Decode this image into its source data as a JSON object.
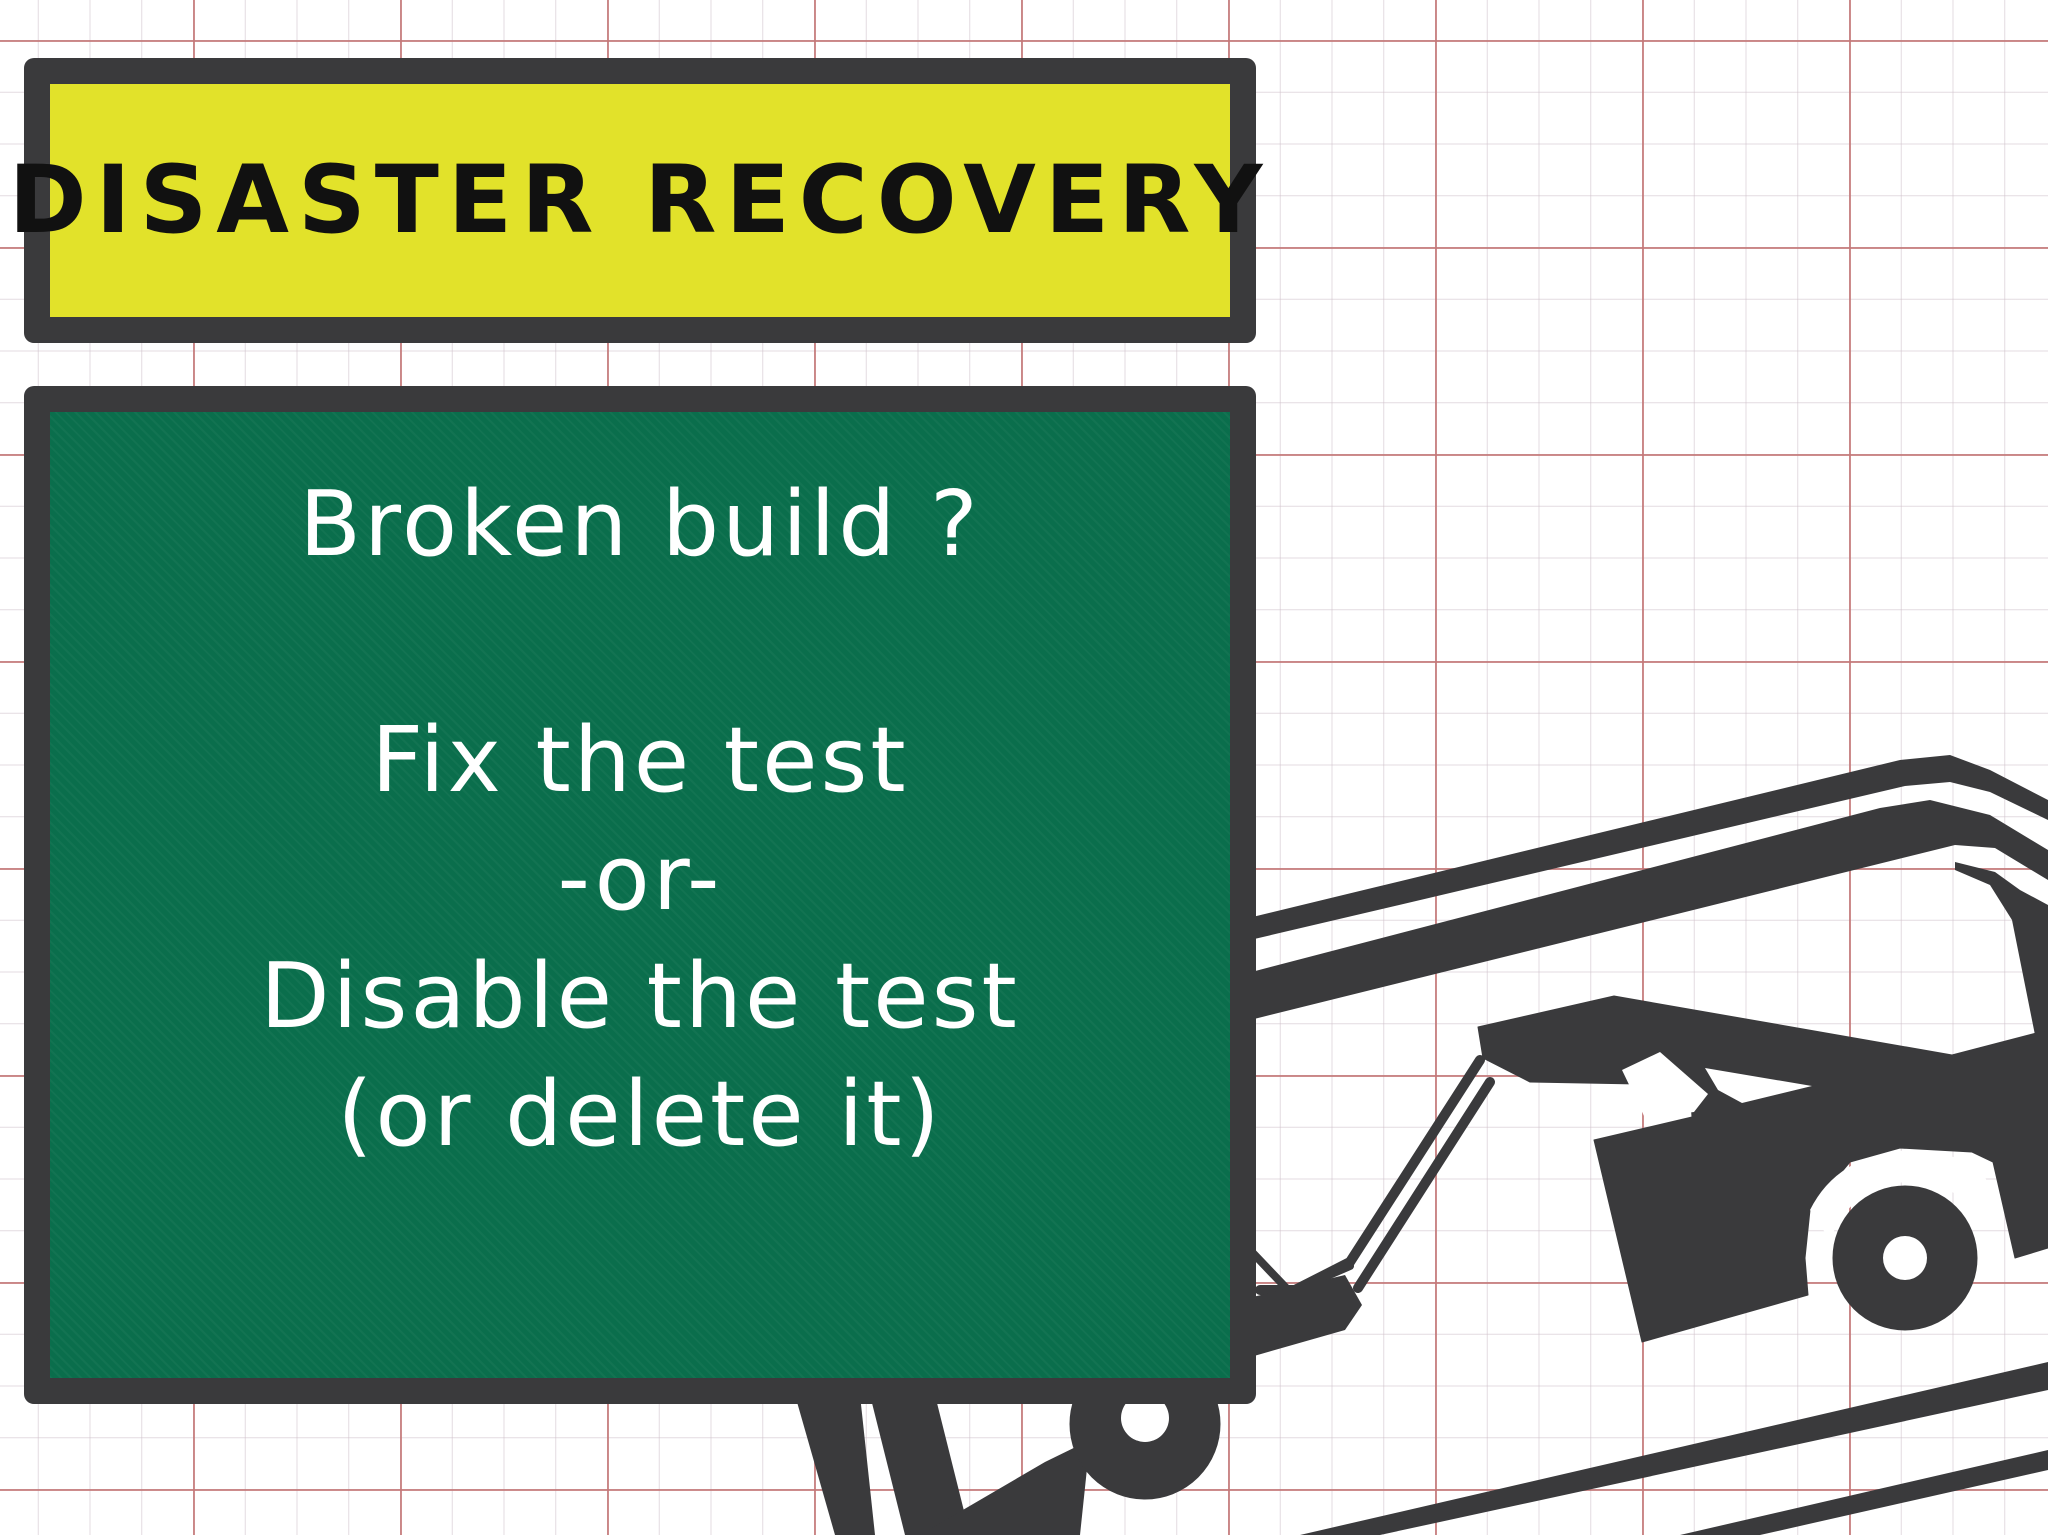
{
  "header": {
    "title": "DISASTER RECOVERY"
  },
  "message": {
    "question": "Broken build ?",
    "option_fix": "Fix the test",
    "separator": "-or-",
    "option_disable": "Disable the test",
    "option_delete": "(or delete it)"
  },
  "colors": {
    "title_sign_bg": "#e2e22a",
    "body_sign_bg": "#0a6e4c",
    "sign_border": "#3a3a3c",
    "grid_major": "#c47878",
    "text_light": "#ffffff",
    "text_dark": "#111111"
  },
  "illustration": {
    "icon": "tow-truck-icon"
  }
}
